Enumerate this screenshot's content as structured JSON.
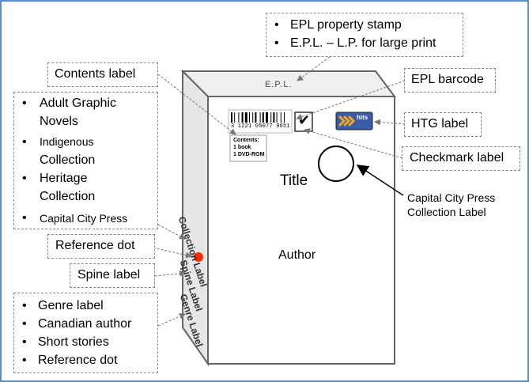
{
  "cover": {
    "epl_stamp": "E.P.L.",
    "title": "Title",
    "author": "Author",
    "barcode_number": "3 1221 05077 9651",
    "contents_heading": "Contents:",
    "contents_lines": [
      "1 book",
      "1 DVD-ROM"
    ],
    "checkmark": "✔",
    "htg_logo_text": "hits"
  },
  "spine": {
    "collection_label": "Collection Label",
    "spine_label": "Spine Label",
    "genre_label": "Genre Label"
  },
  "callouts": {
    "epl_property": [
      "EPL property stamp",
      "E.P.L. – L.P. for large print"
    ],
    "contents_label": "Contents label",
    "epl_barcode": "EPL barcode",
    "htg_label": "HTG label",
    "checkmark_label": "Checkmark label",
    "capital_city_press": [
      "Capital City Press",
      "Collection Label"
    ],
    "collection_types": [
      "Adult Graphic",
      "Novels",
      "Indigenous",
      "Collection",
      "Heritage",
      "Collection",
      "Capital City Press"
    ],
    "reference_dot": "Reference dot",
    "spine_label": "Spine label",
    "genre_types": [
      "Genre label",
      "Canadian author",
      "Short stories",
      "Reference dot"
    ]
  },
  "colors": {
    "frame": "#5b8fc9",
    "reference_dot": "#ff2a00",
    "htg_bg": "#3a5ba8"
  }
}
